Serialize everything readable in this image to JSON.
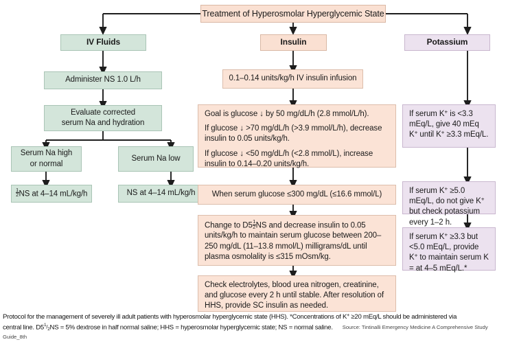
{
  "title": {
    "label": "Treatment of Hyperosmolar Hyperglycemic State"
  },
  "columns": {
    "iv_fluids": {
      "header": "IV Fluids",
      "color": "#d3e5da",
      "nodes": {
        "administer": "Administer NS 1.0 L/h",
        "evaluate_line1": "Evaluate corrected",
        "evaluate_line2": "serum Na and hydration",
        "na_high_line1": "Serum Na high",
        "na_high_line2": "or normal",
        "na_low": "Serum Na low",
        "half_ns_prefix": "",
        "half_ns_suffix": "NS at 4–14 mL/kg/h",
        "ns_rate": "NS at 4–14 mL/kg/h"
      }
    },
    "insulin": {
      "header": "Insulin",
      "color": "#fae0d2",
      "nodes": {
        "infusion": "0.1–0.14 units/kg/h IV insulin infusion",
        "goal_p1": "Goal is glucose ↓ by 50 mg/dL/h (2.8 mmol/L/h).",
        "goal_p2": "If glucose ↓ >70 mg/dL/h (>3.9 mmol/L/h), decrease insulin to 0.05 units/kg/h.",
        "goal_p3": "If glucose ↓ <50 mg/dL/h (<2.8 mmol/L), increase insulin to 0.14–0.20 units/kg/h.",
        "when_glucose": "When serum glucose ≤300 mg/dL (≤16.6 mmol/L)",
        "change_d5_prefix": "Change to D5",
        "change_d5_suffix": "NS and decrease insulin to 0.05 units/kg/h to maintain serum glucose between 200–250 mg/dL (11–13.8 mmol/L) milligrams/dL until plasma  osmolality is ≤315 mOsm/kg.",
        "check_labs": "Check electrolytes, blood urea nitrogen, creatinine, and glucose every 2 h until stable. After resolution of HHS, provide SC insulin as needed."
      }
    },
    "potassium": {
      "header": "Potassium",
      "color": "#ece2ef",
      "nodes": {
        "k_low_a": "If serum K",
        "k_low_b": " is <3.3 mEq/L, give 40 mEq K",
        "k_low_c": " until K",
        "k_low_d": " ≥3.3 mEq/L.",
        "k_high_a": "If serum K",
        "k_high_b": " ≥5.0 mEq/L, do not give K",
        "k_high_c": " but check potassium every 1–2 h.",
        "k_mid_a": "If serum K",
        "k_mid_b": " ≥3.3 but <5.0 mEq/L, provide K",
        "k_mid_c": " to maintain serum K = at 4–5 mEq/L.*"
      }
    }
  },
  "caption": {
    "line1_a": "Protocol for the management of severely ill adult patients with hyperosmolar hyperglycemic state (HHS). *Concentrations of K",
    "line1_b": " ≥20 mEq/L should be administered via",
    "line2_a": "central line. D5",
    "line2_b": "NS = 5% dextrose in half normal saline; HHS = hyperosmolar hyperglycemic state; NS = normal saline.",
    "source": "Source: Tintinalli Emergency Medicine A Comprehensive Study Guide_8th"
  }
}
